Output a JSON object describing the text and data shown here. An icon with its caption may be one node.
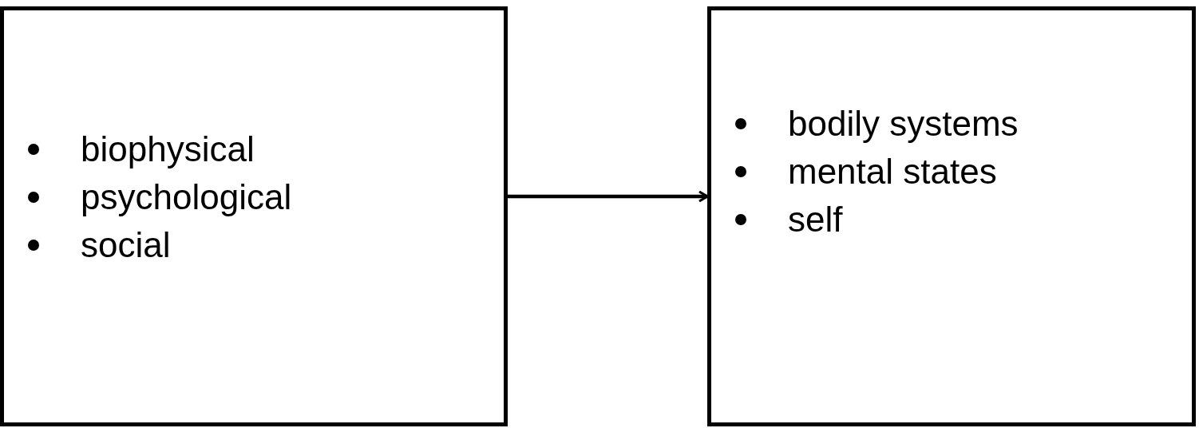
{
  "diagram": {
    "nodes": [
      {
        "text": [
          "biophysical",
          "psychological",
          "social"
        ]
      },
      {
        "text": [
          "bodily systems",
          "mental states",
          "self"
        ]
      }
    ],
    "edges": [
      {
        "from": 0,
        "to": 1,
        "arrow": "to"
      }
    ]
  }
}
